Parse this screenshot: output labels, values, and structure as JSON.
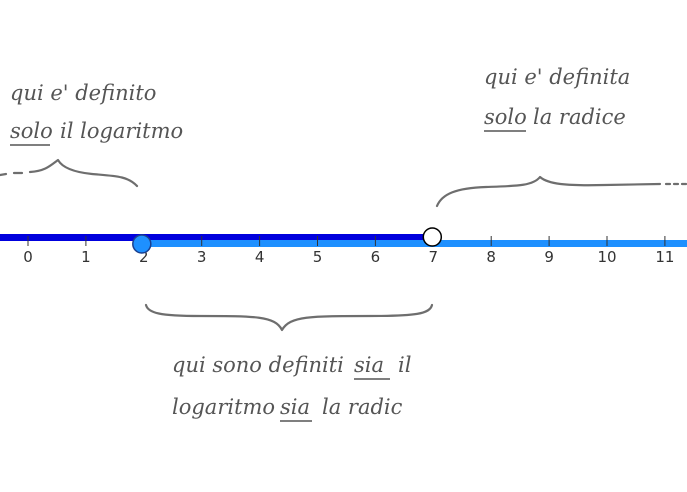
{
  "number_line": {
    "tick_labels": [
      "0",
      "1",
      "2",
      "3",
      "4",
      "5",
      "6",
      "7",
      "8",
      "9",
      "10",
      "11"
    ],
    "colors": {
      "logarithm_domain": "#0000dd",
      "root_domain": "#1e90ff",
      "filled_point": "#1e90ff",
      "open_point": "#ffffff"
    },
    "filled_point_value": 2,
    "open_point_value": 7
  },
  "annotations": {
    "left": {
      "line1": "qui e' definito",
      "line2_underlined": "solo",
      "line2_rest": "il logaritmo"
    },
    "right": {
      "line1": "qui e' definita",
      "line2_underlined": "solo",
      "line2_rest": "la radice"
    },
    "bottom": {
      "line1_a": "qui sono definiti",
      "line1_underlined": "sia",
      "line1_b": "il",
      "line2_a": "logaritmo",
      "line2_underlined": "sia",
      "line2_b": "la radic"
    }
  }
}
